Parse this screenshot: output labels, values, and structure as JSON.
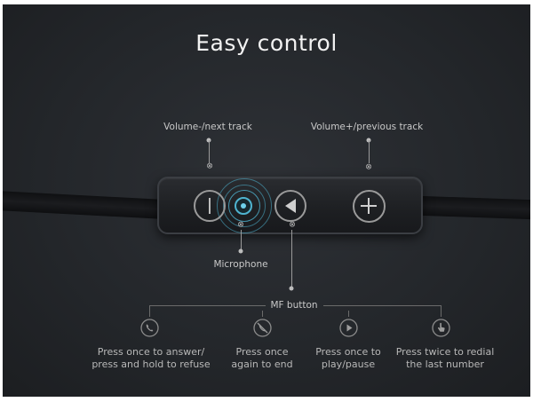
{
  "title": "Easy control",
  "labels": {
    "volume_down": "Volume-/next track",
    "volume_up": "Volume+/previous track",
    "microphone": "Microphone",
    "mf_button": "MF button"
  },
  "actions": [
    {
      "icon": "phone-icon",
      "line1": "Press once to answer/",
      "line2": "press and hold to refuse"
    },
    {
      "icon": "hang-up-icon",
      "line1": "Press once",
      "line2": "again to end"
    },
    {
      "icon": "play-icon",
      "line1": "Press once to",
      "line2": "play/pause"
    },
    {
      "icon": "tap-hand-icon",
      "line1": "Press twice to redial",
      "line2": "the last number"
    }
  ],
  "colors": {
    "background": "#24272b",
    "accent": "#4fb3cf",
    "text": "#c9c9c9"
  }
}
